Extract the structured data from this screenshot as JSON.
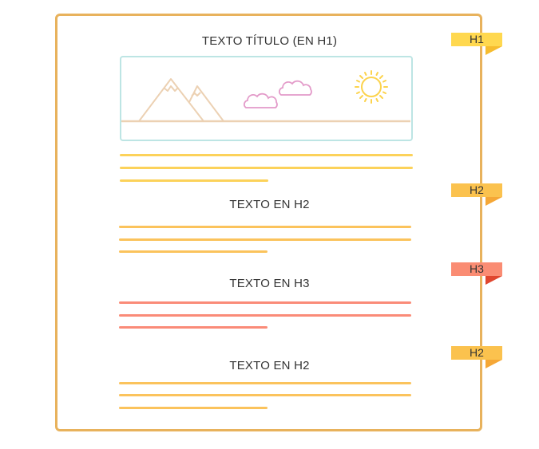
{
  "headings": {
    "title": "TEXTO TÍTULO (EN H1)",
    "h2_first": "TEXTO EN H2",
    "h3": "TEXTO EN H3",
    "h2_second": "TEXTO EN H2"
  },
  "tags": [
    {
      "label": "H1",
      "color": "#ffd84f",
      "fold_color": "#f6bc2e"
    },
    {
      "label": "H2",
      "color": "#fbc24e",
      "fold_color": "#f5a736"
    },
    {
      "label": "H3",
      "color": "#fa8c73",
      "fold_color": "#e0462e"
    },
    {
      "label": "H2",
      "color": "#fbc24e",
      "fold_color": "#f5a736"
    }
  ],
  "icons": {
    "image_placeholder": "landscape-image-icon",
    "mountains": "mountains-icon",
    "clouds": "clouds-icon",
    "sun": "sun-icon"
  },
  "colors": {
    "frame": "#e8b25c",
    "image_frame": "#bde5e4",
    "paragraph_yellow": "#fcd25a",
    "paragraph_orange": "#fbc35c",
    "paragraph_red": "#fa8b78",
    "mountains": "#ecd1b3",
    "clouds": "#e39ac9",
    "sun": "#fcd34d"
  }
}
